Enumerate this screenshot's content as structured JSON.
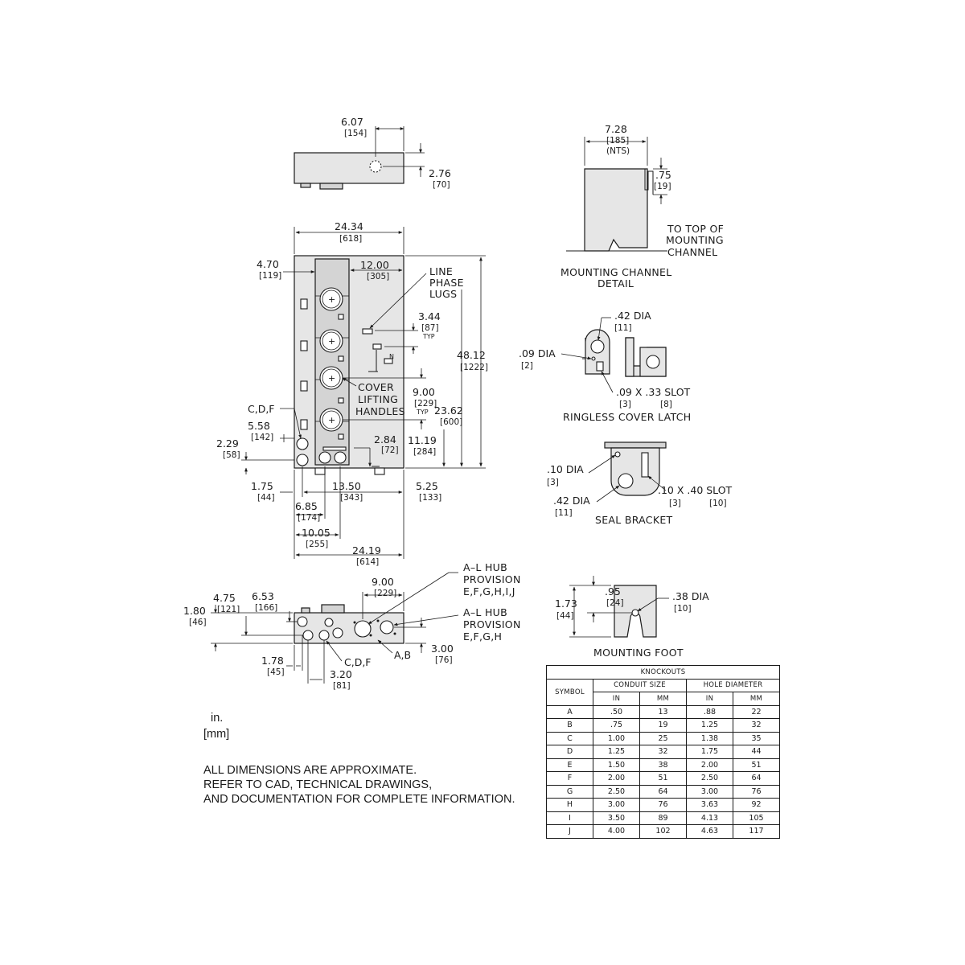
{
  "top_view": {
    "width_in": "6.07",
    "width_mm": "[154]",
    "height_in": "2.76",
    "height_mm": "[70]"
  },
  "front_view": {
    "overall_width_in": "24.34",
    "overall_width_mm": "[618]",
    "left_in": "4.70",
    "left_mm": "[119]",
    "mid_in": "12.00",
    "mid_mm": "[305]",
    "lugs_label": [
      "LINE",
      "PHASE",
      "LUGS"
    ],
    "lug_in": "3.44",
    "lug_mm": "[87]",
    "lug_typ": "TYP",
    "height_in": "48.12",
    "height_mm": "[1222]",
    "n_label": "N",
    "cover_label": [
      "COVER",
      "LIFTING",
      "HANDLES"
    ],
    "spacing_in": "9.00",
    "spacing_mm": "[229]",
    "spacing_typ": "TYP",
    "h600_in": "23.62",
    "h600_mm": "[600]",
    "cdf_label": "C,D,F",
    "ko_h_in": "5.58",
    "ko_h_mm": "[142]",
    "ko_low_in": "2.29",
    "ko_low_mm": "[58]",
    "k72_in": "2.84",
    "k72_mm": "[72]",
    "h284_in": "11.19",
    "h284_mm": "[284]",
    "b1_in": "1.75",
    "b1_mm": "[44]",
    "b2_in": "13.50",
    "b2_mm": "[343]",
    "b3_in": "5.25",
    "b3_mm": "[133]",
    "b4_in": "6.85",
    "b4_mm": "[174]",
    "b5_in": "10.05",
    "b5_mm": "[255]",
    "b6_in": "24.19",
    "b6_mm": "[614]"
  },
  "bottom_view": {
    "a_in": "4.75",
    "a_mm": "[121]",
    "b_in": "6.53",
    "b_mm": "[166]",
    "c_in": "9.00",
    "c_mm": "[229]",
    "d_in": "1.80",
    "d_mm": "[46]",
    "hub1": [
      "A–L HUB",
      "PROVISION",
      "E,F,G,H,I,J"
    ],
    "hub2": [
      "A–L HUB",
      "PROVISION",
      "E,F,G,H"
    ],
    "ab_label": "A,B",
    "e_in": "3.00",
    "e_mm": "[76]",
    "f_in": "1.78",
    "f_mm": "[45]",
    "cdf_label": "C,D,F",
    "g_in": "3.20",
    "g_mm": "[81]"
  },
  "mounting_channel": {
    "w_in": "7.28",
    "w_mm": "[185]",
    "nts": "(NTS)",
    "h_in": ".75",
    "h_mm": "[19]",
    "to_top": [
      "TO TOP OF",
      "MOUNTING",
      "CHANNEL"
    ],
    "title": [
      "MOUNTING CHANNEL",
      "DETAIL"
    ]
  },
  "cover_latch": {
    "dia42": ".42 DIA",
    "dia42_mm": "[11]",
    "dia09": ".09 DIA",
    "dia09_mm": "[2]",
    "slot": ".09 X .33 SLOT",
    "slot_mm1": "[3]",
    "slot_mm2": "[8]",
    "title": "RINGLESS COVER LATCH"
  },
  "seal_bracket": {
    "dia10": ".10 DIA",
    "dia10_mm": "[3]",
    "dia42": ".42 DIA",
    "dia42_mm": "[11]",
    "slot": ".10 X .40 SLOT",
    "slot_mm1": "[3]",
    "slot_mm2": "[10]",
    "title": "SEAL BRACKET"
  },
  "mounting_foot": {
    "a_in": ".95",
    "a_mm": "[24]",
    "b_in": "1.73",
    "b_mm": "[44]",
    "dia": ".38 DIA",
    "dia_mm": "[10]",
    "title": "MOUNTING FOOT"
  },
  "units": {
    "in": "in.",
    "mm": "[mm]"
  },
  "notes": [
    "ALL DIMENSIONS ARE APPROXIMATE.",
    "REFER TO CAD, TECHNICAL DRAWINGS,",
    "AND DOCUMENTATION FOR COMPLETE INFORMATION."
  ],
  "knockouts": {
    "title": "KNOCKOUTS",
    "symbol_header": "SYMBOL",
    "conduit_header": "CONDUIT SIZE",
    "hole_header": "HOLE DIAMETER",
    "in_header": "IN",
    "mm_header": "MM",
    "rows": [
      [
        "A",
        ".50",
        "13",
        ".88",
        "22"
      ],
      [
        "B",
        ".75",
        "19",
        "1.25",
        "32"
      ],
      [
        "C",
        "1.00",
        "25",
        "1.38",
        "35"
      ],
      [
        "D",
        "1.25",
        "32",
        "1.75",
        "44"
      ],
      [
        "E",
        "1.50",
        "38",
        "2.00",
        "51"
      ],
      [
        "F",
        "2.00",
        "51",
        "2.50",
        "64"
      ],
      [
        "G",
        "2.50",
        "64",
        "3.00",
        "76"
      ],
      [
        "H",
        "3.00",
        "76",
        "3.63",
        "92"
      ],
      [
        "I",
        "3.50",
        "89",
        "4.13",
        "105"
      ],
      [
        "J",
        "4.00",
        "102",
        "4.63",
        "117"
      ]
    ]
  }
}
